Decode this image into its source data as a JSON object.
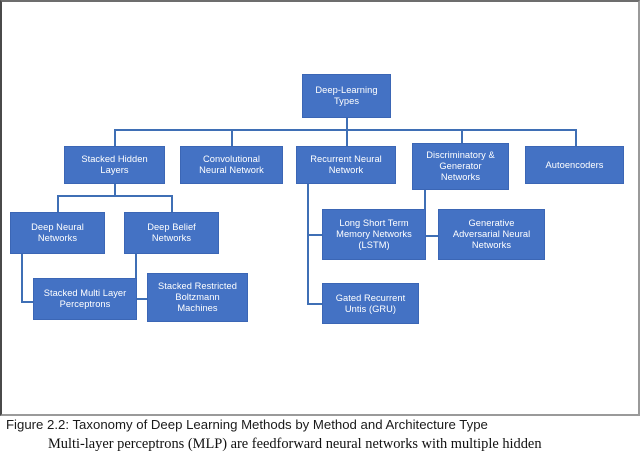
{
  "figure": {
    "caption": "Figure 2.2: Taxonomy of Deep Learning Methods by Method and Architecture Type",
    "body_line": "Multi-layer perceptrons (MLP) are feedforward neural networks with multiple hidden"
  },
  "colors": {
    "node_fill": "#4472C4",
    "node_text": "#FFFFFF",
    "connector": "#3F6FB5",
    "page_background": "#FFFFFF",
    "frame_border": "#6D6D6D"
  },
  "chart_data": {
    "type": "tree-diagram",
    "title": "Taxonomy of Deep Learning Methods by Method and Architecture Type",
    "root": "Deep-Learning Types",
    "levels": 4,
    "nodes": [
      {
        "id": "root",
        "label": "Deep-Learning\nTypes",
        "level": 0,
        "parent": null
      },
      {
        "id": "stacked",
        "label": "Stacked Hidden\nLayers",
        "level": 1,
        "parent": "root"
      },
      {
        "id": "cnn",
        "label": "Convolutional\nNeural Network",
        "level": 1,
        "parent": "root"
      },
      {
        "id": "rnn",
        "label": "Recurrent Neural\nNetwork",
        "level": 1,
        "parent": "root"
      },
      {
        "id": "discgen",
        "label": "Discriminatory &\nGenerator\nNetworks",
        "level": 1,
        "parent": "root"
      },
      {
        "id": "autoencoders",
        "label": "Autoencoders",
        "level": 1,
        "parent": "root"
      },
      {
        "id": "dnn",
        "label": "Deep Neural\nNetworks",
        "level": 2,
        "parent": "stacked"
      },
      {
        "id": "dbn",
        "label": "Deep Belief\nNetworks",
        "level": 2,
        "parent": "stacked"
      },
      {
        "id": "lstm",
        "label": "Long Short Term\nMemory Networks\n(LSTM)",
        "level": 2,
        "parent": "rnn"
      },
      {
        "id": "gan",
        "label": "Generative\nAdversarial Neural\nNetworks",
        "level": 2,
        "parent": "discgen"
      },
      {
        "id": "smlp",
        "label": "Stacked Multi Layer\nPerceptrons",
        "level": 3,
        "parent": "dnn"
      },
      {
        "id": "srbm",
        "label": "Stacked Restricted\nBoltzmann\nMachines",
        "level": 3,
        "parent": "dbn"
      },
      {
        "id": "gru",
        "label": "Gated Recurrent\nUntis (GRU)",
        "level": 3,
        "parent": "rnn"
      }
    ],
    "edges": [
      {
        "from": "root",
        "to": "stacked",
        "style": "orthogonal-bus"
      },
      {
        "from": "root",
        "to": "cnn",
        "style": "orthogonal-bus"
      },
      {
        "from": "root",
        "to": "rnn",
        "style": "orthogonal-bus"
      },
      {
        "from": "root",
        "to": "discgen",
        "style": "orthogonal-bus"
      },
      {
        "from": "root",
        "to": "autoencoders",
        "style": "orthogonal-bus"
      },
      {
        "from": "stacked",
        "to": "dnn",
        "style": "orthogonal-bus"
      },
      {
        "from": "stacked",
        "to": "dbn",
        "style": "orthogonal-bus"
      },
      {
        "from": "rnn",
        "to": "lstm",
        "style": "elbow-left"
      },
      {
        "from": "rnn",
        "to": "gru",
        "style": "elbow-left"
      },
      {
        "from": "discgen",
        "to": "gan",
        "style": "elbow-left"
      },
      {
        "from": "dnn",
        "to": "smlp",
        "style": "elbow-left"
      },
      {
        "from": "dbn",
        "to": "srbm",
        "style": "elbow-left"
      }
    ]
  }
}
